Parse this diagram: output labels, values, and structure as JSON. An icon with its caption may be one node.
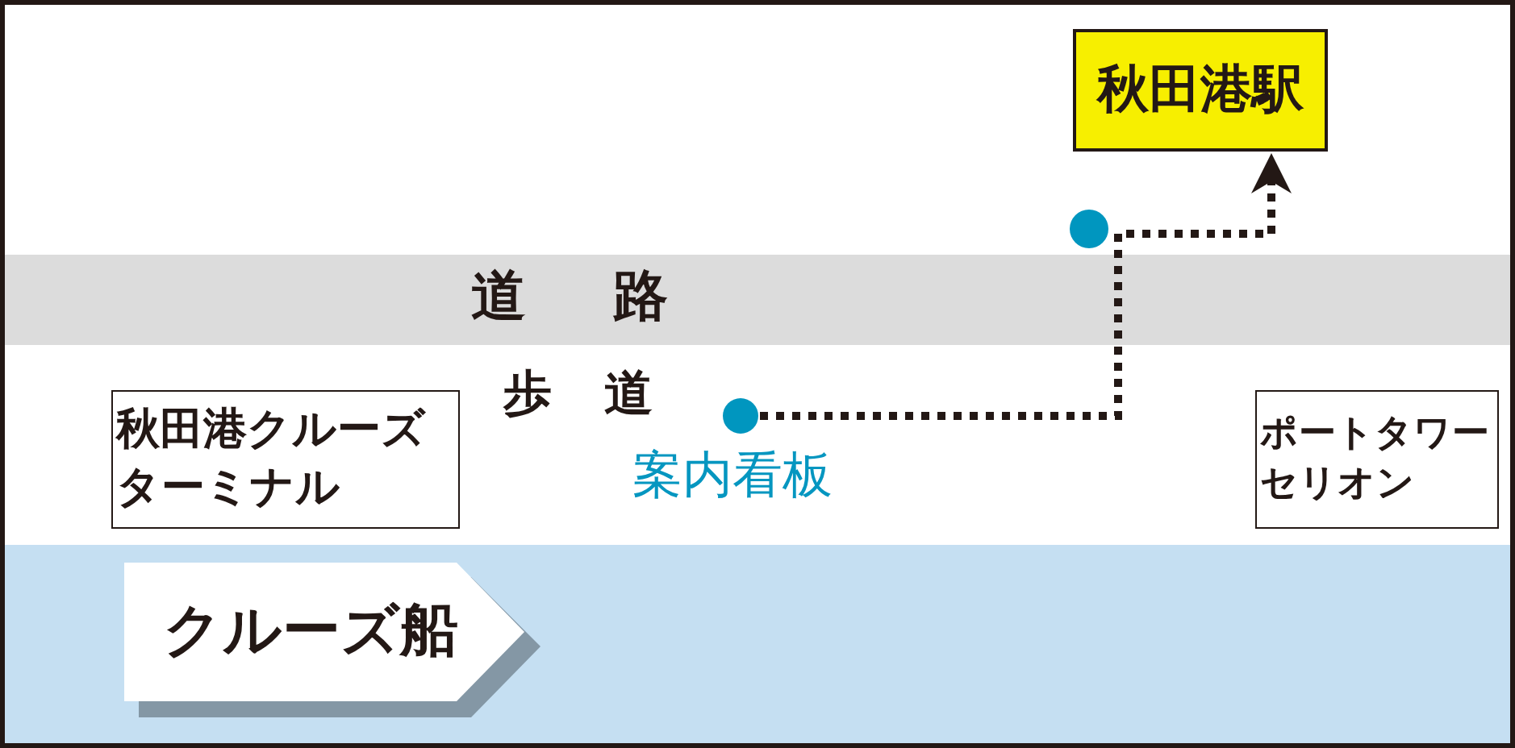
{
  "diagram": {
    "nodes": [
      {
        "text": [
          "秋田港クルーズターミナル"
        ]
      },
      {
        "text": [],
        "shape": "circle",
        "beside": [
          "案内看板"
        ]
      },
      {
        "text": [],
        "shape": "circle"
      },
      {
        "text": [
          "秋田港駅"
        ]
      },
      {
        "text": [
          "ポートタワーセリオン"
        ]
      },
      {
        "text": [
          "クルーズ船"
        ]
      }
    ],
    "edges": [
      {
        "from": 1,
        "to": 3,
        "arrow": "to",
        "style": "dashed"
      }
    ],
    "labels": [
      "道 路",
      "歩 道"
    ]
  }
}
